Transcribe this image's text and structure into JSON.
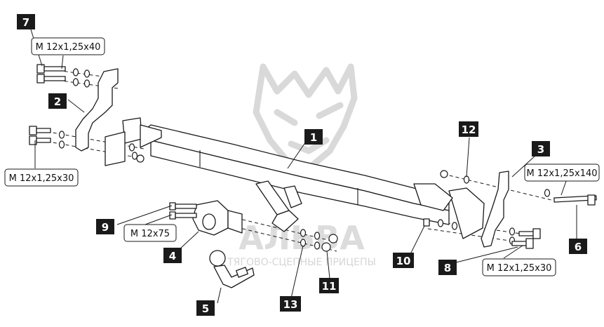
{
  "watermark": {
    "brand": "АЛЬВА",
    "tagline": "ТЯГОВО-СЦЕПНЫЕ ПРИЦЕПЫ",
    "emblem_icon": "leopard-head-icon"
  },
  "part_numbers": {
    "p1": "1",
    "p2": "2",
    "p3": "3",
    "p4": "4",
    "p5": "5",
    "p6": "6",
    "p7": "7",
    "p8": "8",
    "p9": "9",
    "p10": "10",
    "p11": "11",
    "p12": "12",
    "p13": "13"
  },
  "bolt_specs": {
    "b7": "M 12x1,25x40",
    "b2": "M 12x1,25x30",
    "b9": "M 12x75",
    "b6": "M 12x1,25x140",
    "b8": "M 12x1,25x30"
  },
  "colors": {
    "label_bg": "#1a1a1a",
    "label_text": "#ffffff",
    "line": "#1a1a1a",
    "watermark": "#dcdcdc"
  }
}
